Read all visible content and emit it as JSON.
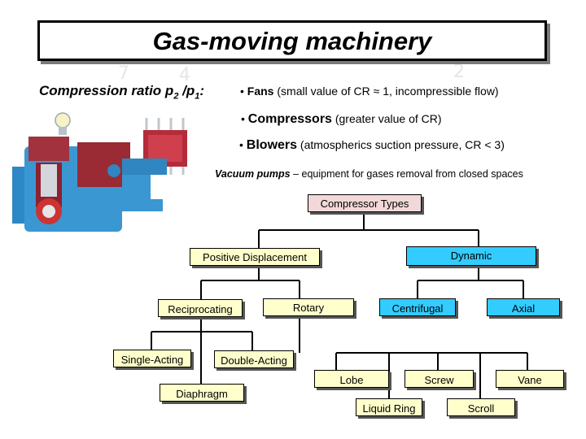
{
  "title": "Gas-moving machinery",
  "compression_ratio_label": "Compression ratio  p",
  "sub2": "2",
  "slash_p": " /p",
  "sub1": "1",
  "colon": ":",
  "bullet": "•",
  "fans": {
    "term": "Fans",
    "desc": " (small value of CR ≈ 1, incompressible flow)"
  },
  "compressors": {
    "term": "Compressors",
    "desc": " (greater value of CR)"
  },
  "blowers": {
    "term": "Blowers",
    "desc": " (atmospherics suction pressure, CR < 3)"
  },
  "vacuum": {
    "term": "Vacuum pumps",
    "desc": " – equipment for gases removal from closed spaces"
  },
  "diagram": {
    "root": "Compressor Types",
    "positive": "Positive Displacement",
    "dynamic": "Dynamic",
    "reciprocating": "Reciprocating",
    "rotary": "Rotary",
    "centrifugal": "Centrifugal",
    "axial": "Axial",
    "single": "Single-Acting",
    "double": "Double-Acting",
    "diaphragm": "Diaphragm",
    "lobe": "Lobe",
    "screw": "Screw",
    "vane": "Vane",
    "liquid_ring": "Liquid Ring",
    "scroll": "Scroll"
  },
  "colors": {
    "root": "#f2d8d8",
    "displacement": "#ffffcc",
    "dynamic": "#33ccff"
  }
}
